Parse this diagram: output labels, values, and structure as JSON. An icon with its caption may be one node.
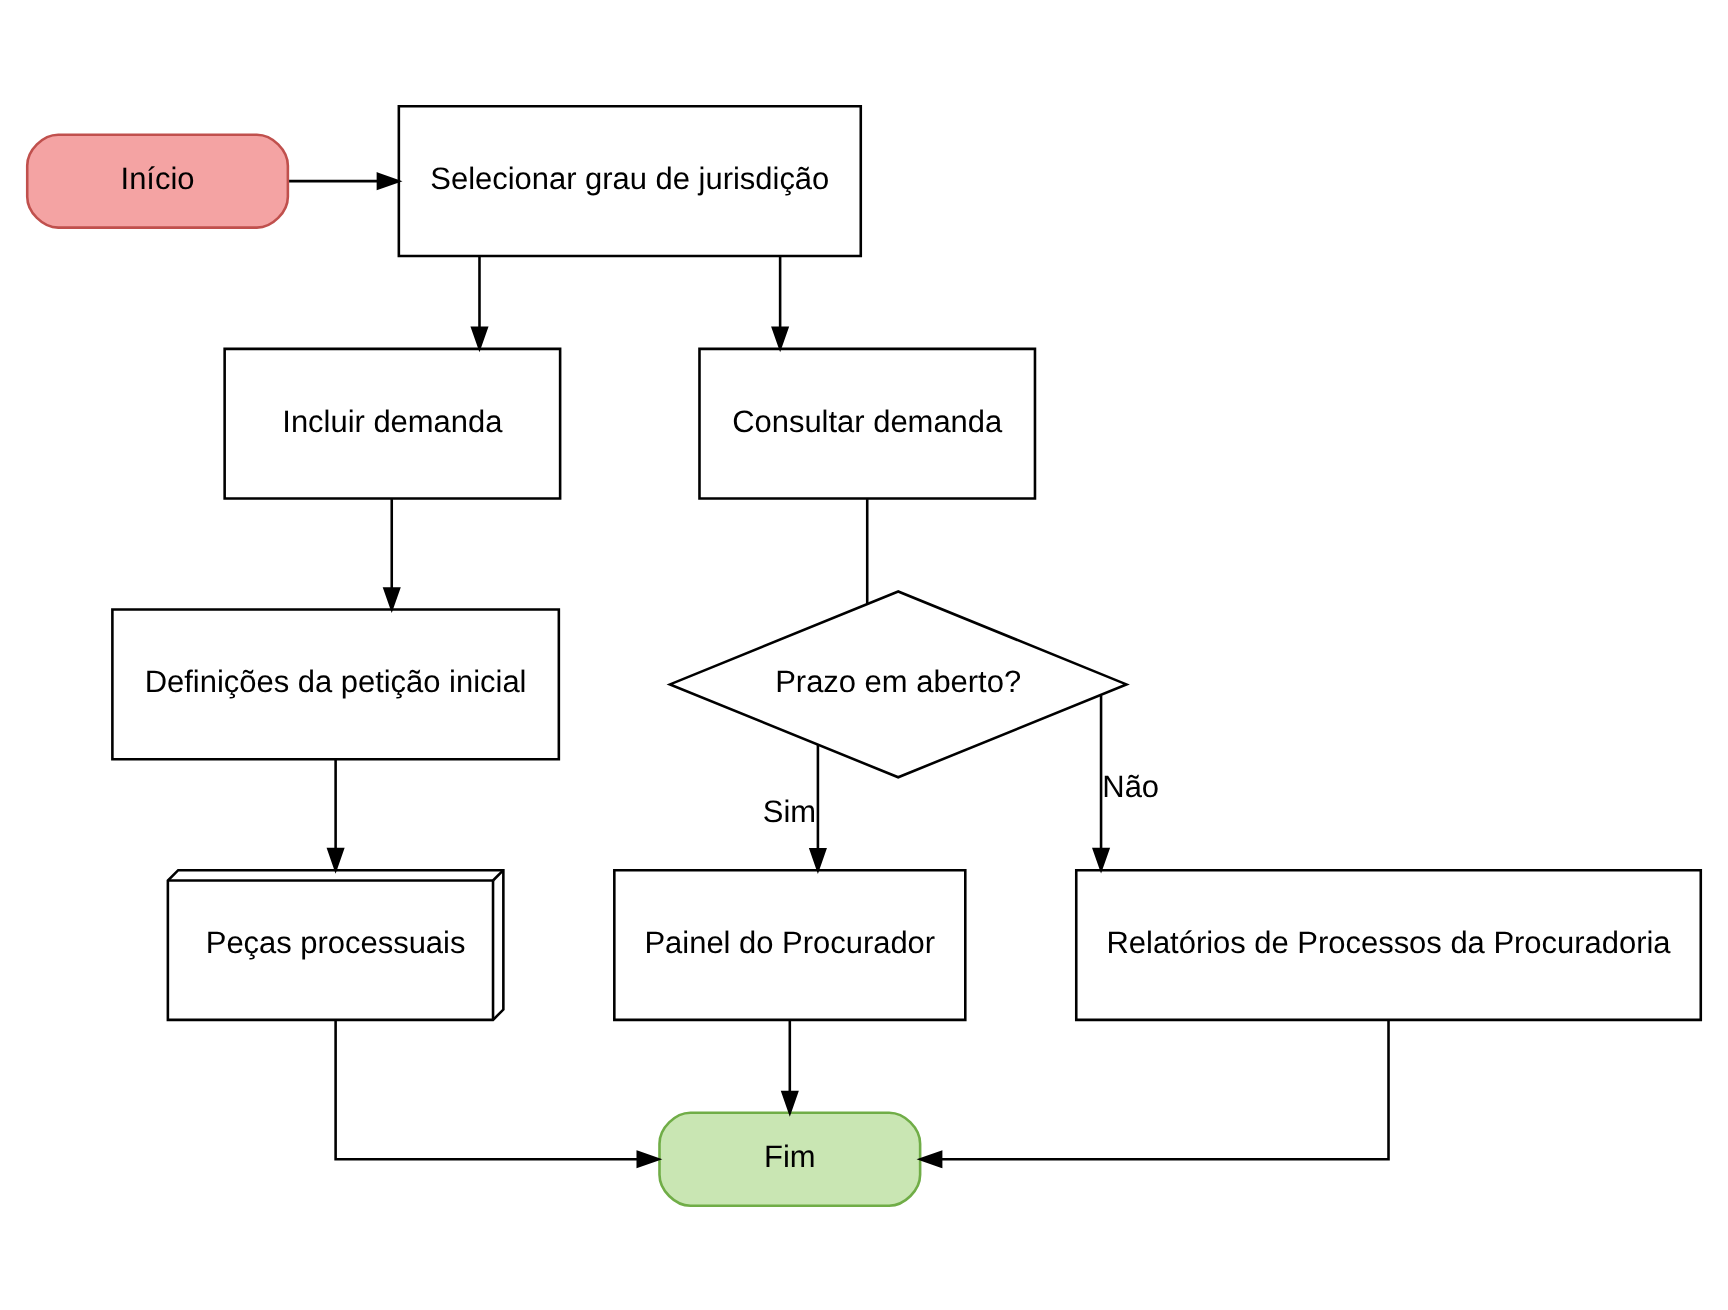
{
  "diagram": {
    "nodes": [
      {
        "text": [
          "Início"
        ]
      },
      {
        "text": [
          "Selecionar grau de jurisdição"
        ]
      },
      {
        "text": [
          "Incluir demanda"
        ]
      },
      {
        "text": [
          "Consultar demanda"
        ]
      },
      {
        "text": [
          "Definições da petição inicial"
        ]
      },
      {
        "text": [
          "Prazo em aberto?"
        ]
      },
      {
        "text": [
          "Peças processuais"
        ]
      },
      {
        "text": [
          "Painel do Procurador"
        ]
      },
      {
        "text": [
          "Relatórios de Processos da Procuradoria"
        ]
      },
      {
        "text": [
          "Fim"
        ]
      }
    ],
    "edges": [
      {
        "from": 0,
        "to": 1,
        "arrow": "to"
      },
      {
        "from": 1,
        "to": 2,
        "arrow": "to"
      },
      {
        "from": 1,
        "to": 3,
        "arrow": "to"
      },
      {
        "from": 2,
        "to": 4,
        "arrow": "to"
      },
      {
        "from": 3,
        "to": 5,
        "arrow": "none"
      },
      {
        "from": 4,
        "to": 6,
        "arrow": "to"
      },
      {
        "from": 5,
        "to": 7,
        "label": "Sim",
        "arrow": "to"
      },
      {
        "from": 5,
        "to": 8,
        "label": "Não",
        "arrow": "to"
      },
      {
        "from": 6,
        "to": 9,
        "arrow": "to"
      },
      {
        "from": 7,
        "to": 9,
        "arrow": "to"
      },
      {
        "from": 8,
        "to": 9,
        "arrow": "to"
      }
    ]
  }
}
